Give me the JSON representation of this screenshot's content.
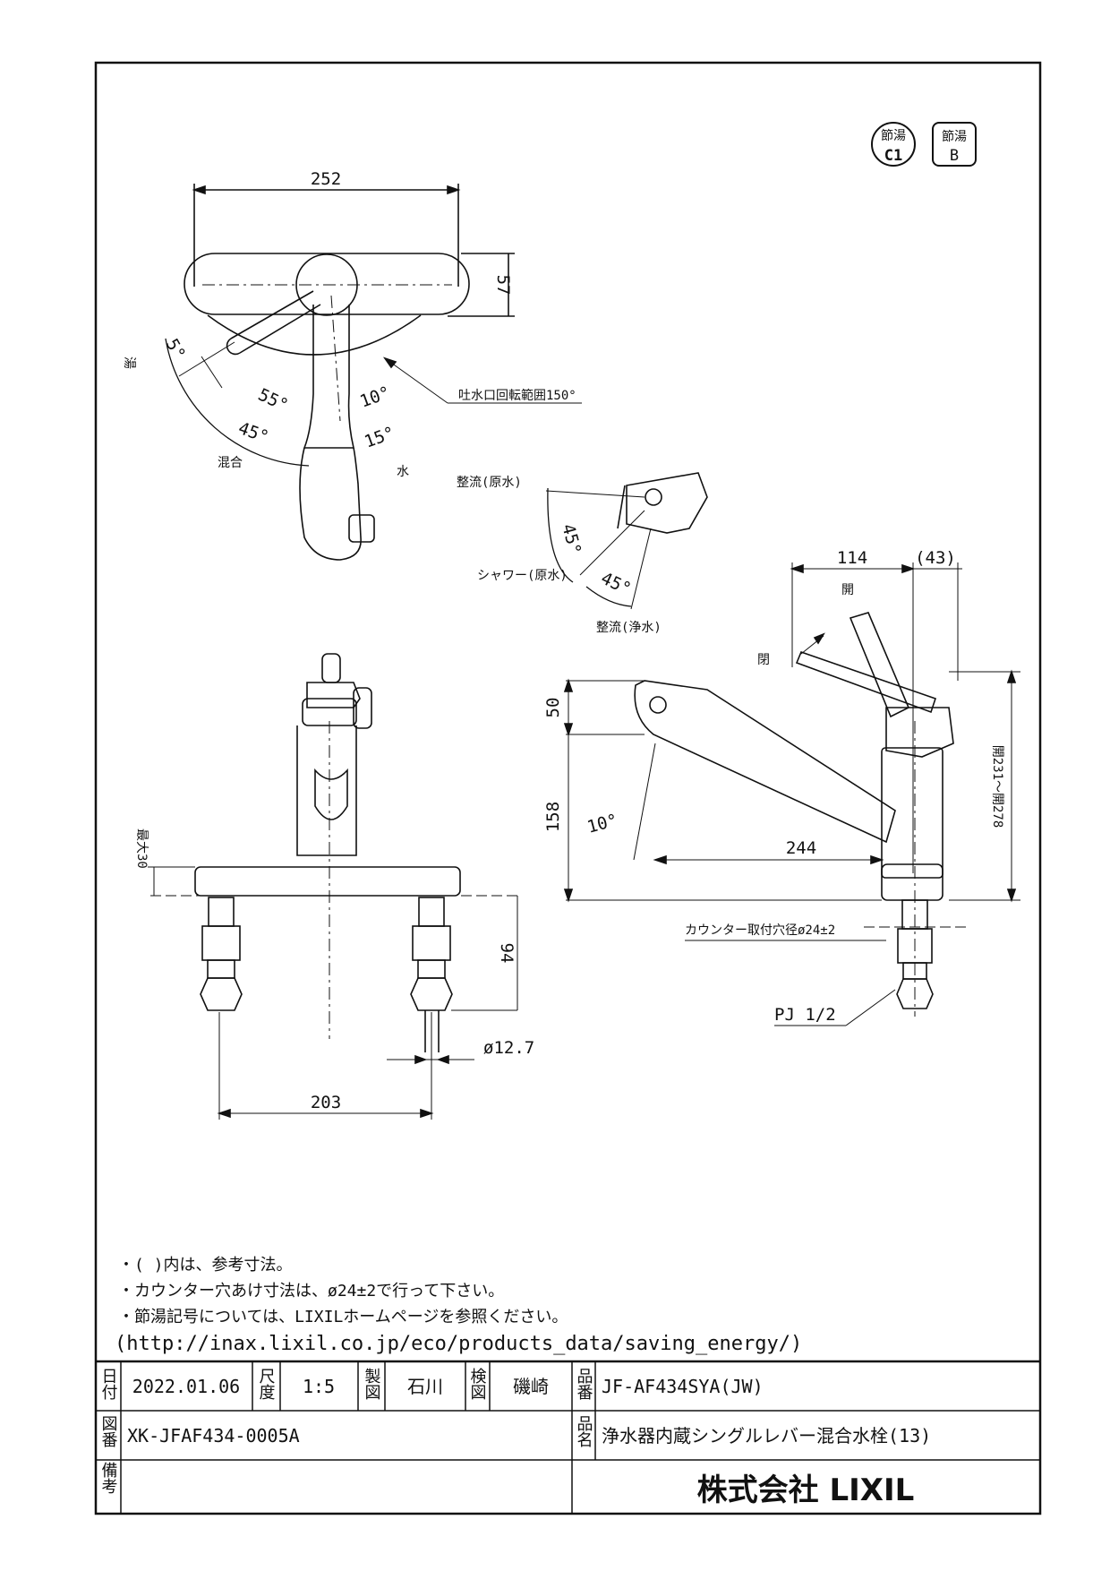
{
  "badges": [
    {
      "top": "節湯",
      "bottom": "C1"
    },
    {
      "top": "節湯",
      "bottom": "B"
    }
  ],
  "top_view": {
    "width_dim": "252",
    "depth_dim": "57",
    "label_hot": "湯",
    "label_mix": "混合",
    "label_cold": "水",
    "angle_5": "5°",
    "angle_55": "55°",
    "angle_45": "45°",
    "angle_10": "10°",
    "angle_15": "15°",
    "spout_rotation": "吐水口回転範囲150°"
  },
  "spray_view": {
    "label_rectified_raw": "整流(原水)",
    "label_shower_raw": "シャワー(原水)",
    "label_rectified_purified": "整流(浄水)",
    "angle_a": "45°",
    "angle_b": "45°"
  },
  "front_view": {
    "max_thickness": "最大30",
    "depth_94": "94",
    "pipe_dia": "ø12.7",
    "pitch_203": "203"
  },
  "side_view": {
    "dim_114": "114",
    "dim_43": "(43)",
    "label_open": "開",
    "label_close": "閉",
    "dim_50": "50",
    "dim_158": "158",
    "angle_10": "10°",
    "dim_244": "244",
    "height_range": "開231～開278",
    "counter_hole": "カウンター取付穴径ø24±2",
    "pj": "PJ 1/2"
  },
  "notes": [
    "・(  )内は、参考寸法。",
    "・カウンター穴あけ寸法は、ø24±2で行って下さい。",
    "・節湯記号については、LIXILホームページを参照ください。",
    "(http://inax.lixil.co.jp/eco/products_data/saving_energy/)"
  ],
  "title_block": {
    "date_label": "日付",
    "date": "2022.01.06",
    "scale_label": "尺度",
    "scale": "1:5",
    "drawn_label": "製図",
    "drawn_by": "石川",
    "checked_label": "検図",
    "checked_by": "磯崎",
    "part_no_label": "品番",
    "part_no": "JF-AF434SYA(JW)",
    "drawing_no_label": "図番",
    "drawing_no": "XK-JFAF434-0005A",
    "product_name_label": "品名",
    "product_name": "浄水器内蔵シングルレバー混合水栓(13)",
    "remarks_label": "備考",
    "company": "株式会社 LIXIL"
  }
}
